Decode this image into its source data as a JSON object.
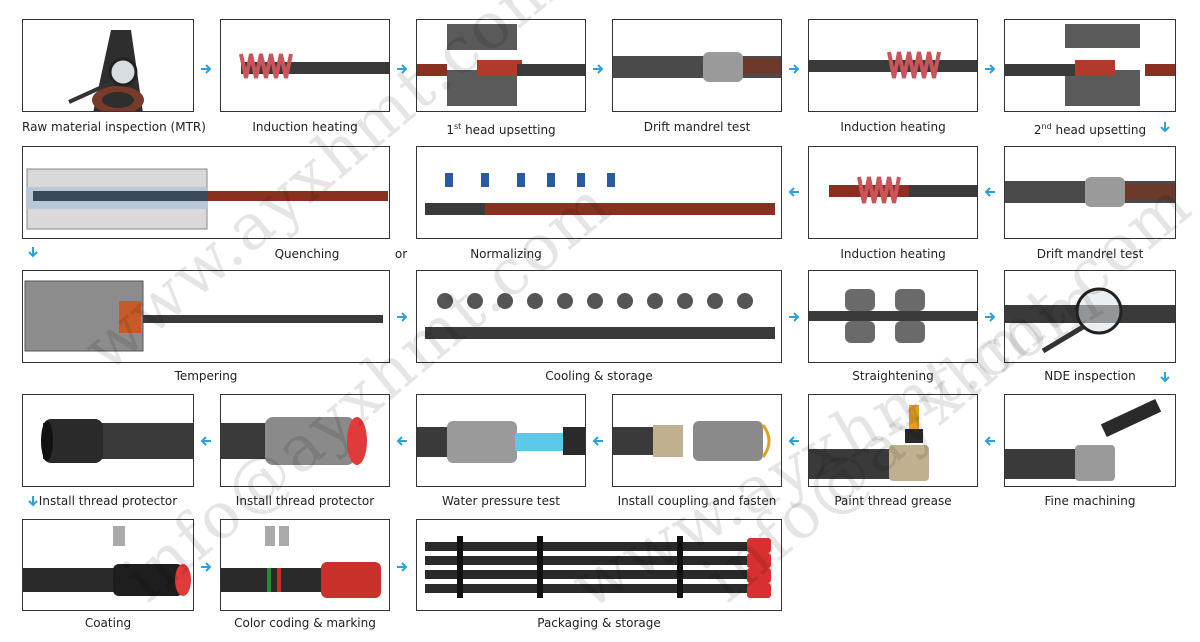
{
  "steps": {
    "s1": "Raw material inspection (MTR)",
    "s2": "Induction heating",
    "s3_sup": "st",
    "s3_pre": "1",
    "s3_rest": " head upsetting",
    "s4": "Drift mandrel test",
    "s5": "Induction heating",
    "s6_pre": "2",
    "s6_sup": "nd",
    "s6_rest": " head upsetting",
    "s7": "Quenching",
    "s7_or": "or",
    "s8": "Normalizing",
    "s9": "Induction heating",
    "s10": "Drift mandrel test",
    "s11": "Tempering",
    "s12": "Cooling & storage",
    "s13": "Straightening",
    "s14": "NDE inspection",
    "s15": "Install thread protector",
    "s16": "Install thread protector",
    "s17": "Water pressure test",
    "s18": "Install coupling and fasten",
    "s19": "Paint thread grease",
    "s20": "Fine machining",
    "s21": "Coating",
    "s22": "Color coding & marking",
    "s23": "Packaging & storage"
  },
  "watermarks": [
    "www.ayxhmt.com",
    "info@ayxhmt.com",
    "www.ayxhmt.com",
    "info@ayxhmt.com"
  ],
  "colors": {
    "arrow": "#29a3e0",
    "pipe": "#3a3a3a",
    "heat": "#b23a2a",
    "protector": "#e03a3a"
  }
}
